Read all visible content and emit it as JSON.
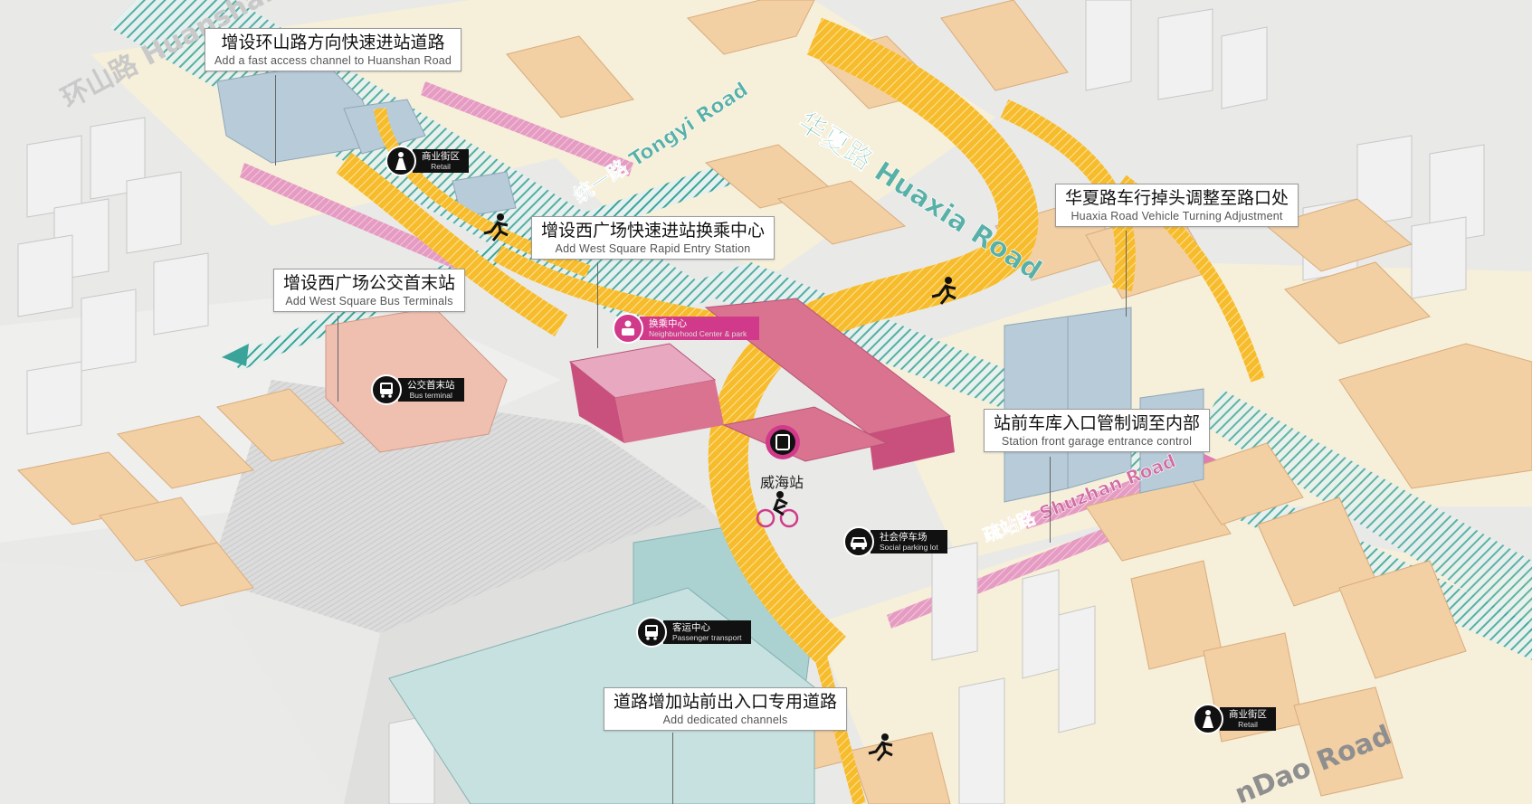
{
  "colors": {
    "background": "#e9e9e7",
    "building_commercial": "#f3cfa4",
    "building_office": "#b8cbd8",
    "building_residential": "#ececec",
    "station_pink": "#d9738f",
    "bus_terminal": "#efbfb0",
    "passenger_center": "#abd1d0",
    "pedestrian_path": "#f7bc2c",
    "road_arrow_teal": "#3aa49a",
    "lane_pink": "#e07bb4"
  },
  "station_name": "威海站",
  "road_labels": {
    "huanshan": "环山路 Huanshan",
    "tongyi": "统一路 Tongyi Road",
    "huaxia": "华夏路 Huaxia Road",
    "shuzhan": "疏站路 Shuzhan Road",
    "qingdao": "nDao Road"
  },
  "callouts": [
    {
      "cn": "增设环山路方向快速进站道路",
      "en": "Add a fast access channel to Huanshan Road"
    },
    {
      "cn": "增设西广场快速进站换乘中心",
      "en": "Add West Square Rapid Entry Station"
    },
    {
      "cn": "增设西广场公交首末站",
      "en": "Add West Square Bus Terminals"
    },
    {
      "cn": "华夏路车行掉头调整至路口处",
      "en": "Huaxia Road Vehicle Turning Adjustment"
    },
    {
      "cn": "站前车库入口管制调至内部",
      "en": "Station front garage entrance control"
    },
    {
      "cn": "道路增加站前出入口专用道路",
      "en": "Add dedicated channels"
    }
  ],
  "pois": [
    {
      "cn": "商业街区",
      "en": "Retail",
      "icon": "retail-icon"
    },
    {
      "cn": "换乘中心",
      "en": "Neighburhood Center & park",
      "icon": "transfer-center-icon"
    },
    {
      "cn": "公交首末站",
      "en": "Bus terminal",
      "icon": "bus-icon"
    },
    {
      "cn": "社会停车场",
      "en": "Social parking lot",
      "icon": "car-icon"
    },
    {
      "cn": "客运中心",
      "en": "Passenger transport",
      "icon": "bus-icon"
    },
    {
      "cn": "商业街区",
      "en": "Retail",
      "icon": "retail-icon"
    }
  ],
  "station_icon": "train-icon",
  "people_icons": [
    "runner-icon",
    "runner-icon",
    "runner-icon",
    "cyclist-icon"
  ]
}
